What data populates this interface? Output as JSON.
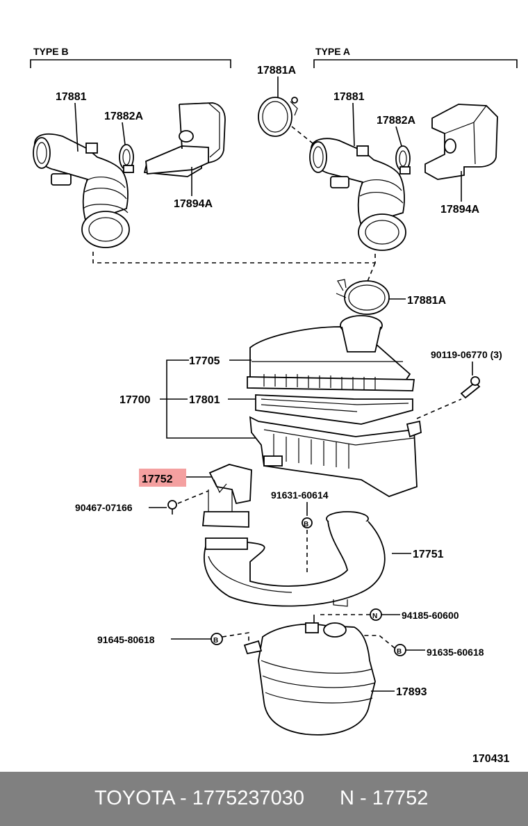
{
  "type_b": "TYPE  B",
  "type_a": "TYPE  A",
  "labels": {
    "b_17881": "17881",
    "b_17882a": "17882A",
    "b_17894a": "17894A",
    "a_17881a_top": "17881A",
    "a_17881": "17881",
    "a_17882a": "17882A",
    "a_17894a": "17894A",
    "mid_17881a": "17881A",
    "bolt": "90119-06770 (3)",
    "l17705": "17705",
    "l17700": "17700",
    "l17801": "17801",
    "l17752": "17752",
    "l90467": "90467-07166",
    "l91631": "91631-60614",
    "l17751": "17751",
    "l94185": "94185-60600",
    "l91645": "91645-80618",
    "l91635": "91635-60618",
    "l17893": "17893",
    "fig": "170431",
    "badge_b": "B",
    "badge_n": "N"
  },
  "highlight_color": "#f4a0a0",
  "footer": {
    "left": "TOYOTA - 1775237030",
    "right": "N - 17752"
  }
}
